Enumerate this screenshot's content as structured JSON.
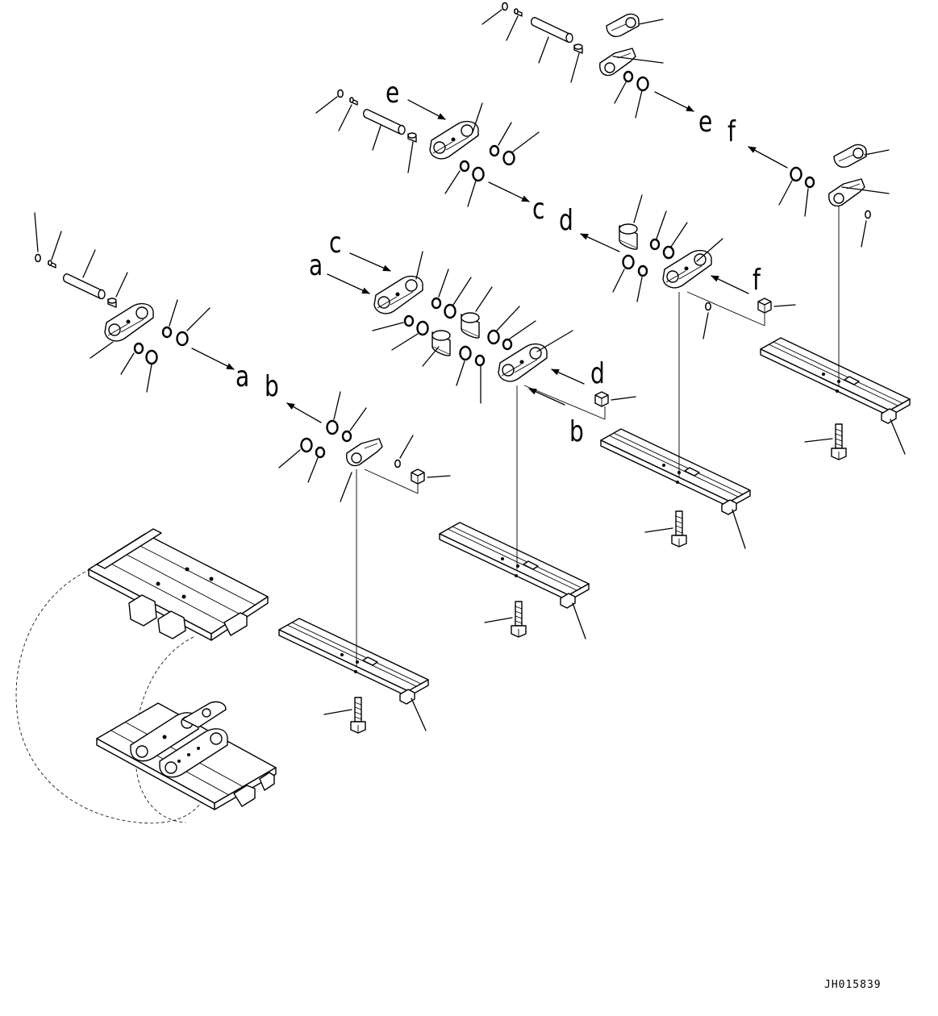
{
  "drawing_code": "JH015839",
  "reference_letters": [
    {
      "id": "e1",
      "text": "e"
    },
    {
      "id": "e2",
      "text": "e"
    },
    {
      "id": "f1",
      "text": "f"
    },
    {
      "id": "f2",
      "text": "f"
    },
    {
      "id": "c1",
      "text": "c"
    },
    {
      "id": "c2",
      "text": "c"
    },
    {
      "id": "d1",
      "text": "d"
    },
    {
      "id": "d2",
      "text": "d"
    },
    {
      "id": "a1",
      "text": "a"
    },
    {
      "id": "a2",
      "text": "a"
    },
    {
      "id": "b1",
      "text": "b"
    },
    {
      "id": "b2",
      "text": "b"
    }
  ]
}
